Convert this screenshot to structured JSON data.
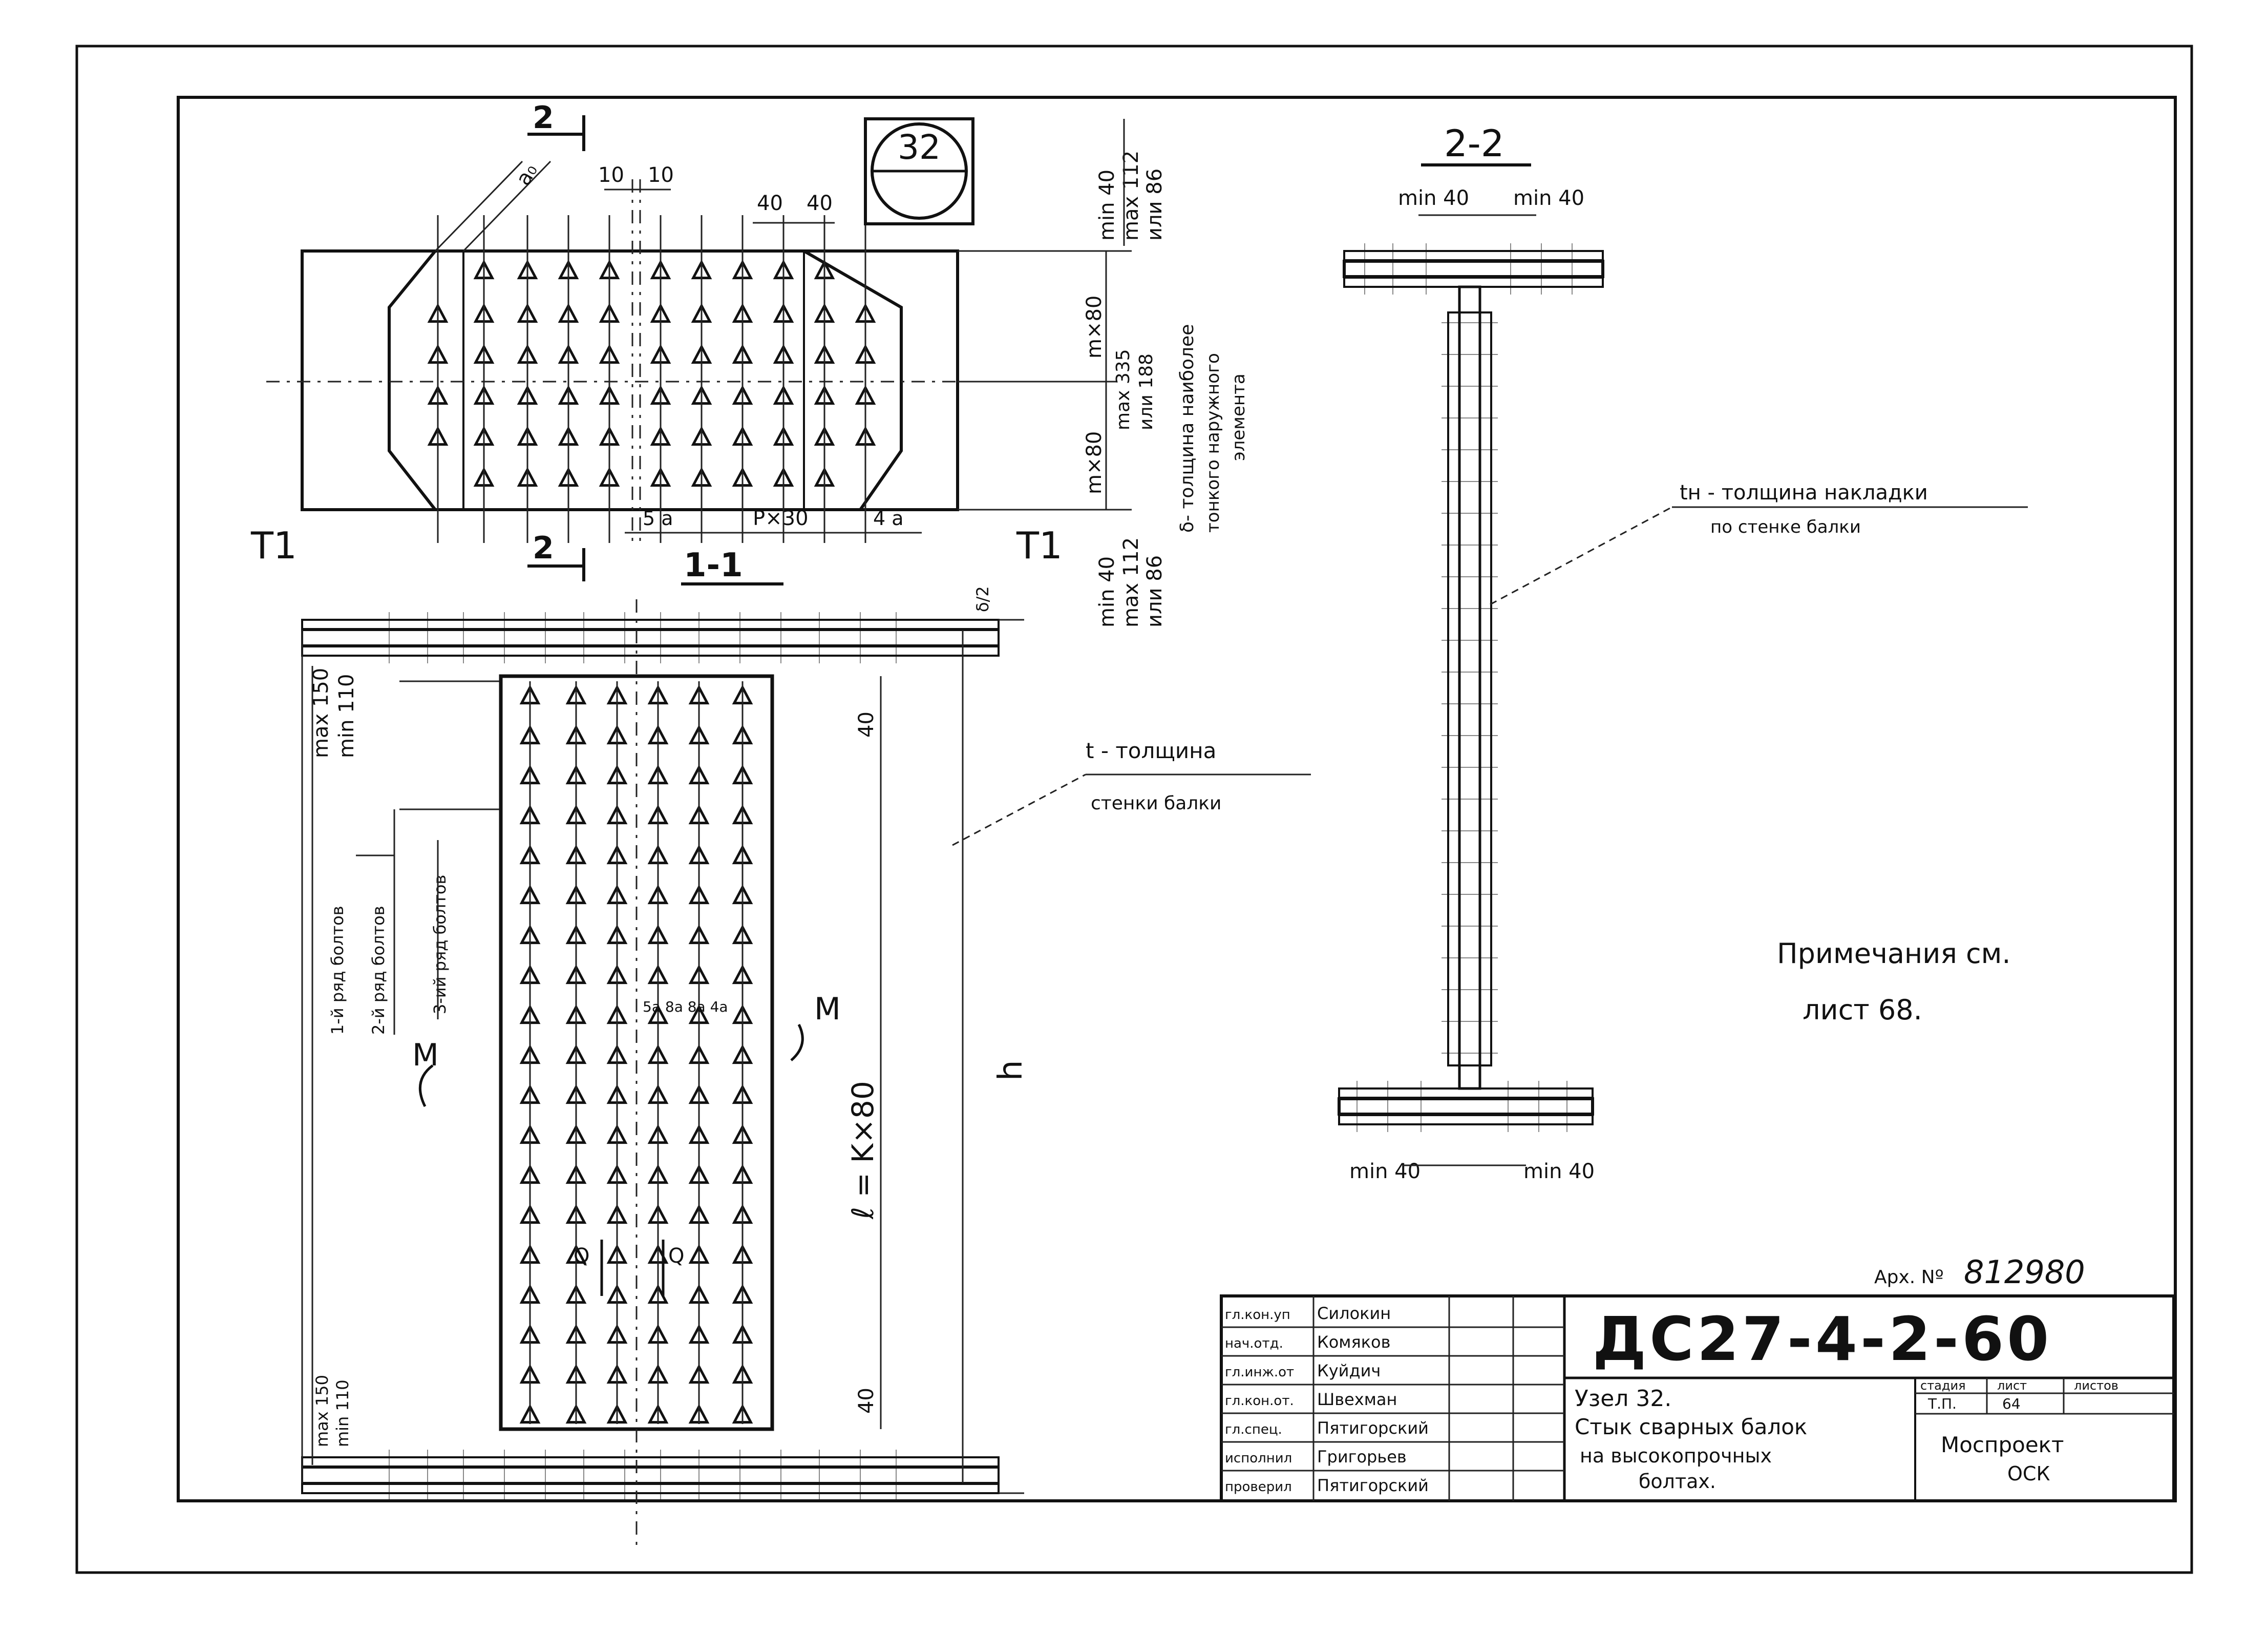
{
  "plan": {
    "section_mark": "2",
    "label_t1_left": "T1",
    "label_t1_right": "T1",
    "label_section_bottom": "2",
    "label_section_11": "1-1",
    "dim_10_left": "10",
    "dim_10_right": "10",
    "dim_40_left": "40",
    "dim_40_right": "40",
    "dim_a0": "a₀",
    "dim_5a": "5 a",
    "dim_p30": "P×30",
    "dim_4a": "4 a",
    "dim_mx80_top": "m×80",
    "dim_mx80_bottom": "m×80",
    "dim_max335": "max 335",
    "dim_ili188": "или 188"
  },
  "node_badge": {
    "number": "32"
  },
  "right_dims": {
    "top_min": "min 40",
    "top_max": "max 112",
    "top_ili": "или 86",
    "bottom_min": "min 40",
    "bottom_max": "max 112",
    "bottom_ili": "или 86"
  },
  "delta_note": {
    "line1": "δ- толщина наиболее",
    "line2": "тонкого наружного",
    "line3": "элемента"
  },
  "section11": {
    "dim_max150": "max 150",
    "dim_min110": "min 110",
    "dim_max150_b": "max 150",
    "dim_min110_b": "min 110",
    "row1": "1-й ряд болтов",
    "row2": "2-й ряд болтов",
    "row3": "3-ий ряд болтов",
    "moment_left": "M",
    "moment_right": "M",
    "shear_left": "Q",
    "shear_right": "Q",
    "dim_l": "ℓ = K×80",
    "dim_h": "h",
    "dim_40_top": "40",
    "dim_40_bottom": "40",
    "dim_delta_half": "δ/2",
    "dim_inner": "5a 8a 8a 4a"
  },
  "t_note": {
    "line1": "t - толщина",
    "line2": "стенки балки"
  },
  "section22": {
    "title": "2-2",
    "min40_top_left": "min 40",
    "min40_top_right": "min 40",
    "min40_bottom_left": "min 40",
    "min40_bottom_right": "min 40"
  },
  "tn_note": {
    "line1": "tн - толщина накладки",
    "line2": "по стенке балки"
  },
  "remarks": {
    "line1": "Примечания см.",
    "line2": "лист 68."
  },
  "archive": {
    "label": "Арх. Nº",
    "number": "812980"
  },
  "title_block": {
    "code": "ДС27-4-2-60",
    "title_line1": "Узел 32.",
    "title_line2": "Стык сварных балок",
    "title_line3": "на высокопрочных",
    "title_line4": "болтах.",
    "stage_header": "стадия",
    "sheet_header": "лист",
    "sheets_header": "листов",
    "stage_value": "Т.П.",
    "sheet_value": "64",
    "org_line1": "Моспроект",
    "org_line2": "ОСК",
    "roles": [
      {
        "role": "гл.кон.уп",
        "name": "Силокин"
      },
      {
        "role": "нач.отд.",
        "name": "Комяков"
      },
      {
        "role": "гл.инж.от",
        "name": "Куйдич"
      },
      {
        "role": "гл.кон.от.",
        "name": "Швехман"
      },
      {
        "role": "гл.спец.",
        "name": "Пятигорский"
      },
      {
        "role": "исполнил",
        "name": "Григорьев"
      },
      {
        "role": "проверил",
        "name": "Пятигорский"
      }
    ]
  }
}
